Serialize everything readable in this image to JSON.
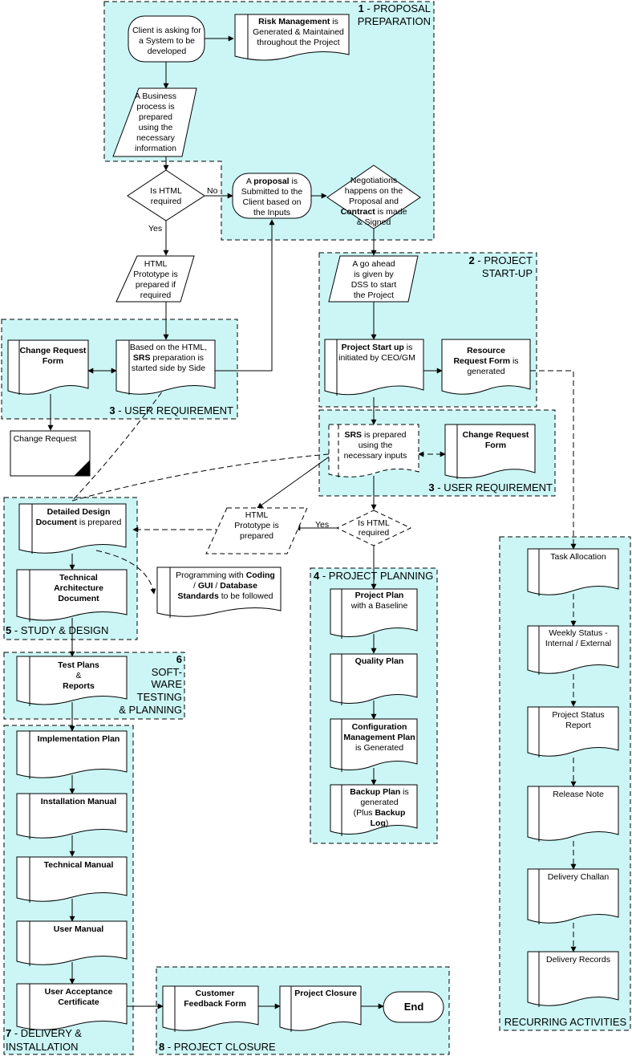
{
  "sections": {
    "proposal_preparation": {
      "number": "1",
      "title_1": "PROPOSAL",
      "title_2": "PREPARATION"
    },
    "project_startup": {
      "number": "2",
      "title_1": "PROJECT",
      "title_2": "START-UP"
    },
    "user_requirement_left": {
      "number": "3",
      "title": "USER REQUIREMENT"
    },
    "user_requirement_right": {
      "number": "3",
      "title": "USER REQUIREMENT"
    },
    "project_planning": {
      "number": "4",
      "title": "PROJECT PLANNING"
    },
    "study_design": {
      "number": "5",
      "title": "STUDY & DESIGN"
    },
    "software_testing": {
      "number": "6",
      "title_1": "SOFT-",
      "title_2": "WARE",
      "title_3": "TESTING",
      "title_4": "& PLANNING"
    },
    "delivery_installation": {
      "number": "7",
      "title_1": "DELIVERY &",
      "title_2": "INSTALLATION"
    },
    "project_closure": {
      "number": "8",
      "title": "PROJECT CLOSURE"
    },
    "recurring_activities": {
      "title": "RECURRING ACTIVITIES"
    }
  },
  "nodes": {
    "client_asking": [
      "Client is asking for",
      "a System to be",
      "developed"
    ],
    "risk_management": {
      "bold": "Risk Management",
      "rest": " is",
      "line2": "Generated & Maintained",
      "line3": "throughout the Project"
    },
    "business_process": [
      "A Business",
      "process is",
      "prepared",
      "using the",
      "necessary",
      "information"
    ],
    "is_html_1": [
      "Is HTML",
      "required"
    ],
    "proposal": {
      "l1a": "A ",
      "l1b": "proposal",
      "l1c": " is",
      "l2": "Submitted to the",
      "l3": "Client based on",
      "l4": "the Inputs"
    },
    "negotiations": {
      "l1": "Negotiations",
      "l2": "happens on the",
      "l3": "Proposal and",
      "l4b": "Contract",
      "l4c": " is made",
      "l5": "& Signed"
    },
    "html_prototype_1": [
      "HTML",
      "Prototype is",
      "prepared if",
      "required"
    ],
    "go_ahead": [
      "A go ahead",
      "is given by",
      "DSS to start",
      "the Project"
    ],
    "change_request_form_1": [
      "Change Request",
      "Form"
    ],
    "srs_prep": {
      "l1": "Based on the HTML,",
      "l2b": "SRS",
      "l2c": " preparation is",
      "l3": "started side by Side"
    },
    "project_startup_doc": {
      "l1b": "Project Start up",
      "l1c": " is",
      "l2": "initiated by CEO/GM"
    },
    "resource_request": {
      "l1": "Resource",
      "l2b": "Request Form",
      "l2c": " is",
      "l3": "generated"
    },
    "change_request": "Change Request",
    "srs_prepared": {
      "l1b": "SRS",
      "l1c": " is prepared",
      "l2": "using the",
      "l3": "necessary inputs"
    },
    "change_request_form_2": [
      "Change Request",
      "Form"
    ],
    "detailed_design": {
      "l1": "Detailed Design",
      "l2b": "Document",
      "l2c": " is prepared"
    },
    "html_prototype_2": [
      "HTML",
      "Prototype is",
      "prepared"
    ],
    "is_html_2": [
      "Is HTML",
      "required"
    ],
    "technical_architecture": [
      "Technical",
      "Architecture",
      "Document"
    ],
    "programming_standards": {
      "l1a": "Programming with ",
      "l1b": "Coding",
      "l2a": "/ ",
      "l2b": "GUI",
      "l2c": " / ",
      "l2d": "Database",
      "l3b": "Standards",
      "l3c": " to be followed"
    },
    "project_plan": {
      "l1b": "Project Plan",
      "l2": "with a Baseline"
    },
    "quality_plan": "Quality Plan",
    "configuration_plan": {
      "l1": "Configuration",
      "l2": "Management Plan",
      "l3": "is Generated"
    },
    "backup_plan": {
      "l1b": "Backup Plan",
      "l1c": " is",
      "l2": "generated",
      "l3a": "(Plus ",
      "l3b": "Backup",
      "l4b": "Log",
      "l4c": ")"
    },
    "test_plans": {
      "l1": "Test Plans",
      "l2": "&",
      "l3": "Reports"
    },
    "implementation_plan": "Implementation Plan",
    "installation_manual": "Installation Manual",
    "technical_manual": "Technical Manual",
    "user_manual": "User Manual",
    "user_acceptance": [
      "User Acceptance",
      "Certificate"
    ],
    "customer_feedback": [
      "Customer",
      "Feedback Form"
    ],
    "project_closure_doc": "Project Closure",
    "end": "End",
    "task_allocation": "Task Allocation",
    "weekly_status": [
      "Weekly Status -",
      "Internal / External"
    ],
    "project_status": [
      "Project Status",
      "Report"
    ],
    "release_note": "Release Note",
    "delivery_challan": "Delivery Challan",
    "delivery_records": "Delivery Records"
  },
  "edge_labels": {
    "no": "No",
    "yes_1": "Yes",
    "yes_2": "Yes"
  },
  "colors": {
    "section_fill": "#ccf6f6",
    "shape_fill": "#ffffff",
    "stroke": "#000000"
  }
}
